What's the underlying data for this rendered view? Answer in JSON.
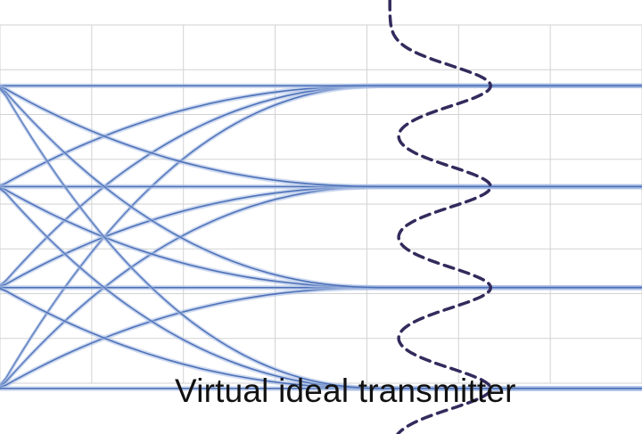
{
  "caption": "Virtual ideal transmitter",
  "chart_data": {
    "type": "line",
    "title": "",
    "xlabel": "",
    "ylabel": "",
    "grid": true,
    "legend": "none",
    "xlim": [
      0,
      7
    ],
    "ylim": [
      -0.45,
      3.85
    ],
    "levels": [
      0,
      1,
      2,
      3
    ],
    "transition_start": 0,
    "transition_end": 4.2,
    "series": [
      {
        "values": [
          0,
          3
        ]
      },
      {
        "values": [
          0,
          2
        ]
      },
      {
        "values": [
          0,
          1
        ]
      },
      {
        "values": [
          0,
          0
        ]
      },
      {
        "values": [
          1,
          3
        ]
      },
      {
        "values": [
          1,
          2
        ]
      },
      {
        "values": [
          1,
          1
        ]
      },
      {
        "values": [
          1,
          0
        ]
      },
      {
        "values": [
          2,
          3
        ]
      },
      {
        "values": [
          2,
          2
        ]
      },
      {
        "values": [
          2,
          1
        ]
      },
      {
        "values": [
          2,
          0
        ]
      },
      {
        "values": [
          3,
          3
        ]
      },
      {
        "values": [
          3,
          2
        ]
      },
      {
        "values": [
          3,
          1
        ]
      },
      {
        "values": [
          3,
          0
        ]
      }
    ],
    "histogram": {
      "baseline_x": 4.25,
      "peak_x": 5.35,
      "levels": [
        0,
        1,
        2,
        3
      ],
      "sigma": 0.2
    },
    "colors": {
      "trace": "#4a6fb8",
      "trace_light": "#a9bde3",
      "histogram": "#322b5c",
      "grid": "#d2d2d2",
      "background": "#ffffff",
      "caption": "#111111"
    }
  }
}
